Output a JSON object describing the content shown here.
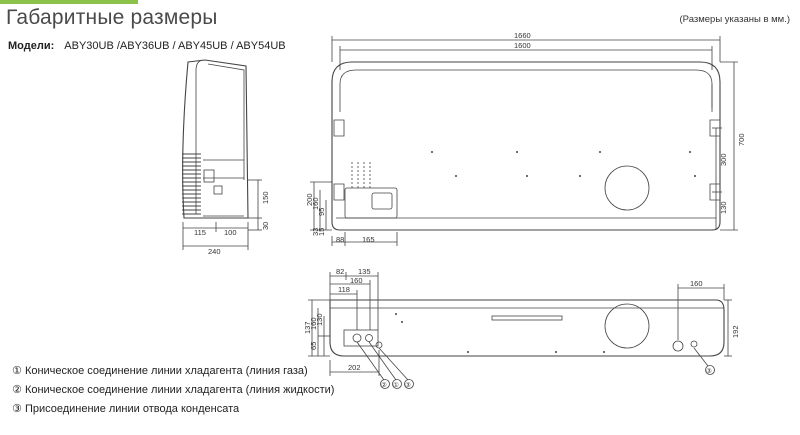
{
  "header": {
    "title": "Габаритные размеры",
    "units_note": "(Размеры указаны в мм.)",
    "models_label": "Модели:",
    "models_value": "ABY30UB /ABY36UB / ABY45UB / ABY54UB"
  },
  "dimensions": {
    "side": {
      "d115": "115",
      "d100": "100",
      "d240": "240",
      "d150": "150",
      "d30": "30"
    },
    "front": {
      "d1660": "1660",
      "d1600": "1600",
      "d700": "700",
      "d300": "300",
      "d130": "130",
      "d200": "200",
      "d160": "160",
      "d95": "95",
      "d33": "33",
      "d15": "15",
      "d88": "88",
      "d165": "165"
    },
    "bottom": {
      "d82": "82",
      "d135": "135",
      "d160a": "160",
      "d118": "118",
      "d137": "137",
      "d160b": "160",
      "d130": "130",
      "d65": "65",
      "d202": "202",
      "d160c": "160",
      "d192": "192"
    }
  },
  "callouts": {
    "c1": "①",
    "c2": "②",
    "c3": "③"
  },
  "legend": [
    {
      "num": "①",
      "text": "Коническое соединение линии хладагента (линия газа)"
    },
    {
      "num": "②",
      "text": "Коническое соединение линии хладагента (линия жидкости)"
    },
    {
      "num": "③",
      "text": "Присоединение линии отвода конденсата"
    }
  ],
  "colors": {
    "accent": "#8bc34a",
    "line": "#444444"
  }
}
